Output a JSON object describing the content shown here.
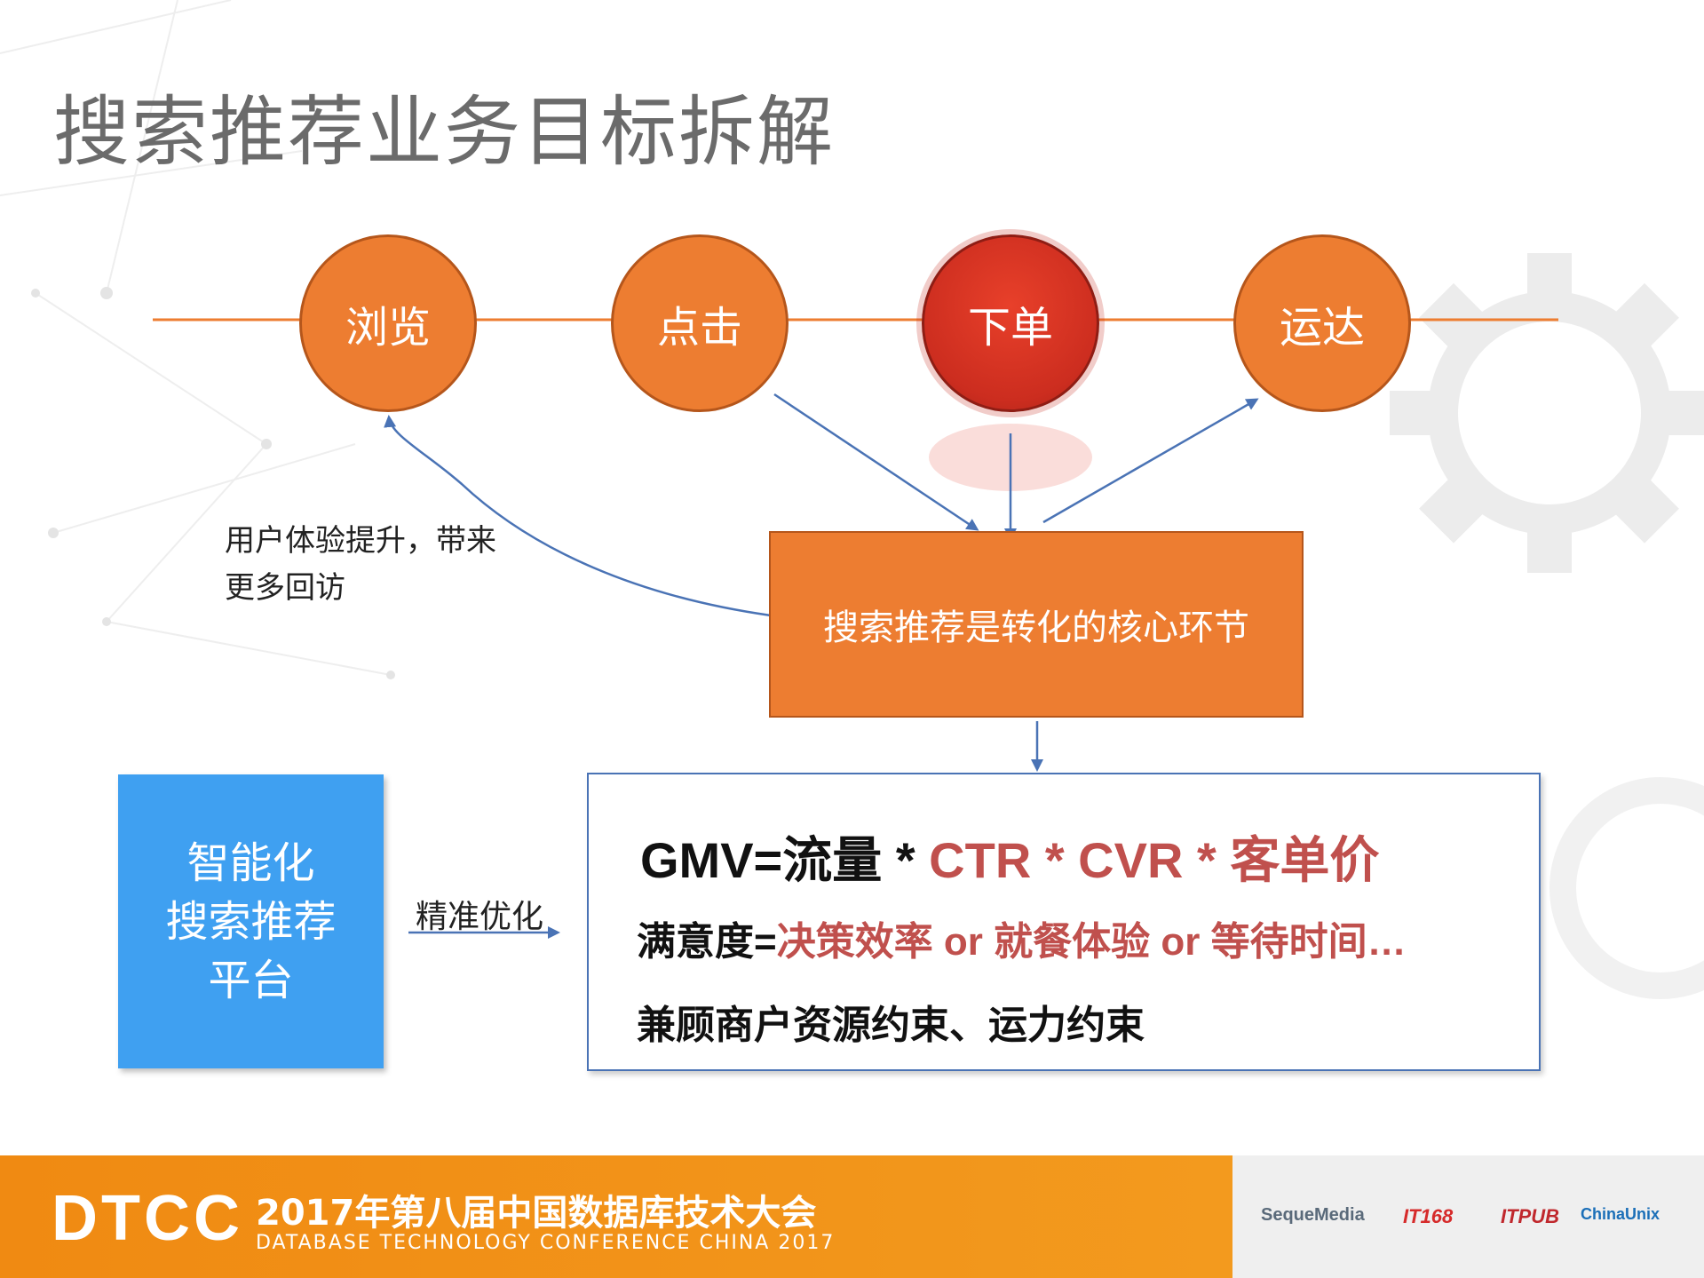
{
  "slide": {
    "title": "搜索推荐业务目标拆解"
  },
  "funnel": {
    "steps": [
      {
        "label": "浏览"
      },
      {
        "label": "点击"
      },
      {
        "label": "下单"
      },
      {
        "label": "运达"
      }
    ],
    "highlight_color": "#cc2d1f",
    "step_color": "#ed7d31"
  },
  "core": {
    "label": "搜索推荐是转化的核心环节"
  },
  "side_note": {
    "line1": "用户体验提升，带来",
    "line2": "更多回访"
  },
  "platform": {
    "line1": "智能化",
    "line2": "搜索推荐",
    "line3": "平台",
    "color": "#3fa0f1"
  },
  "optimize_label": "精准优化",
  "goals": {
    "gmv_black": "GMV=流量 * ",
    "gmv_red": "CTR * CVR * 客单价",
    "sat_black": "满意度=",
    "sat_red": "决策效率 or 就餐体验 or 等待时间…",
    "constraint": "兼顾商户资源约束、运力约束"
  },
  "footer": {
    "logo": "DTCC",
    "conference_cn": "2017年第八届中国数据库技术大会",
    "conference_en": "DATABASE  TECHNOLOGY  CONFERENCE  CHINA  2017",
    "sponsors": [
      "SequeMedia",
      "IT168",
      "ITPUB",
      "ChinaUnix"
    ],
    "accent_color": "#f08a12"
  }
}
